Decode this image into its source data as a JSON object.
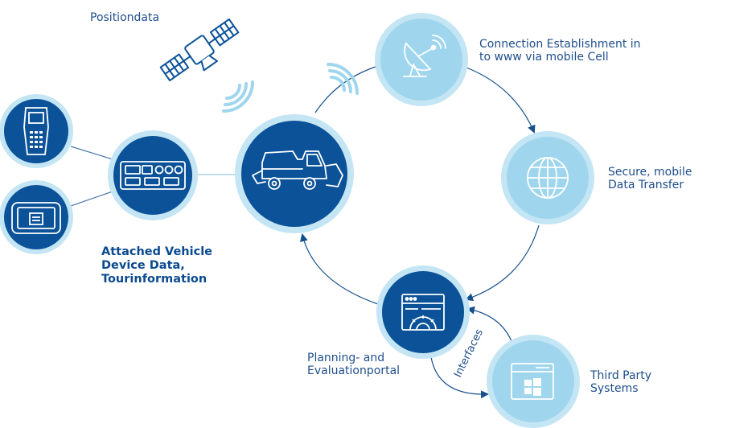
{
  "labels": {
    "positiondata": "Positiondata",
    "connection": [
      "Connection Establishment in",
      "to www via mobile Cell"
    ],
    "secure": [
      "Secure, mobile",
      "Data Transfer"
    ],
    "attached": [
      "Attached Vehicle",
      "Device Data,",
      "Tourinformation"
    ],
    "planning": [
      "Planning- and",
      "Evaluationportal"
    ],
    "interfaces": "Interfaces",
    "third_party": [
      "Third Party",
      "Systems"
    ]
  },
  "colors": {
    "dark_blue": "#0b5299",
    "light_blue": "#9fd6ee",
    "halo": "#c4e5f4",
    "line": "#16508a",
    "text": "#1f4e8c"
  },
  "icons": {
    "satellite": "satellite-icon",
    "signal": "wireless-signal-icon",
    "dish": "satellite-dish-icon",
    "globe": "globe-icon",
    "portal": "portal-window-gear-icon",
    "windows": "windows-app-icon",
    "truck": "snowplow-truck-icon",
    "device_panel": "device-control-panel-icon",
    "handheld": "handheld-terminal-icon",
    "tablet": "rugged-tablet-icon"
  }
}
